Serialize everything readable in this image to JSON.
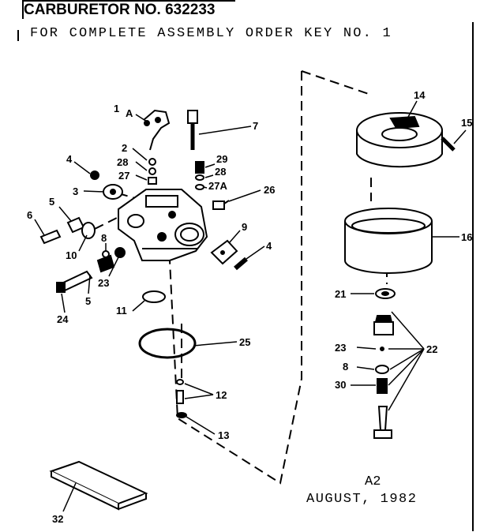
{
  "header": {
    "title": "CARBURETOR NO. 632233",
    "subtitle": "FOR COMPLETE ASSEMBLY ORDER KEY NO. 1"
  },
  "footer": {
    "revision": "A2",
    "date": "AUGUST, 1982"
  },
  "callouts": {
    "c1": "1",
    "c1a": "A",
    "c2": "2",
    "c3": "3",
    "c4a": "4",
    "c4b": "4",
    "c5a": "5",
    "c5b": "5",
    "c6": "6",
    "c7": "7",
    "c8a": "8",
    "c8b": "8",
    "c9": "9",
    "c10": "10",
    "c11": "11",
    "c12": "12",
    "c13": "13",
    "c14": "14",
    "c15": "15",
    "c16": "16",
    "c21": "21",
    "c22": "22",
    "c23a": "23",
    "c23b": "23",
    "c24": "24",
    "c25": "25",
    "c26": "26",
    "c27a": "27",
    "c27b": "27A",
    "c28a": "28",
    "c28b": "28",
    "c29": "29",
    "c30": "30",
    "c32": "32"
  }
}
